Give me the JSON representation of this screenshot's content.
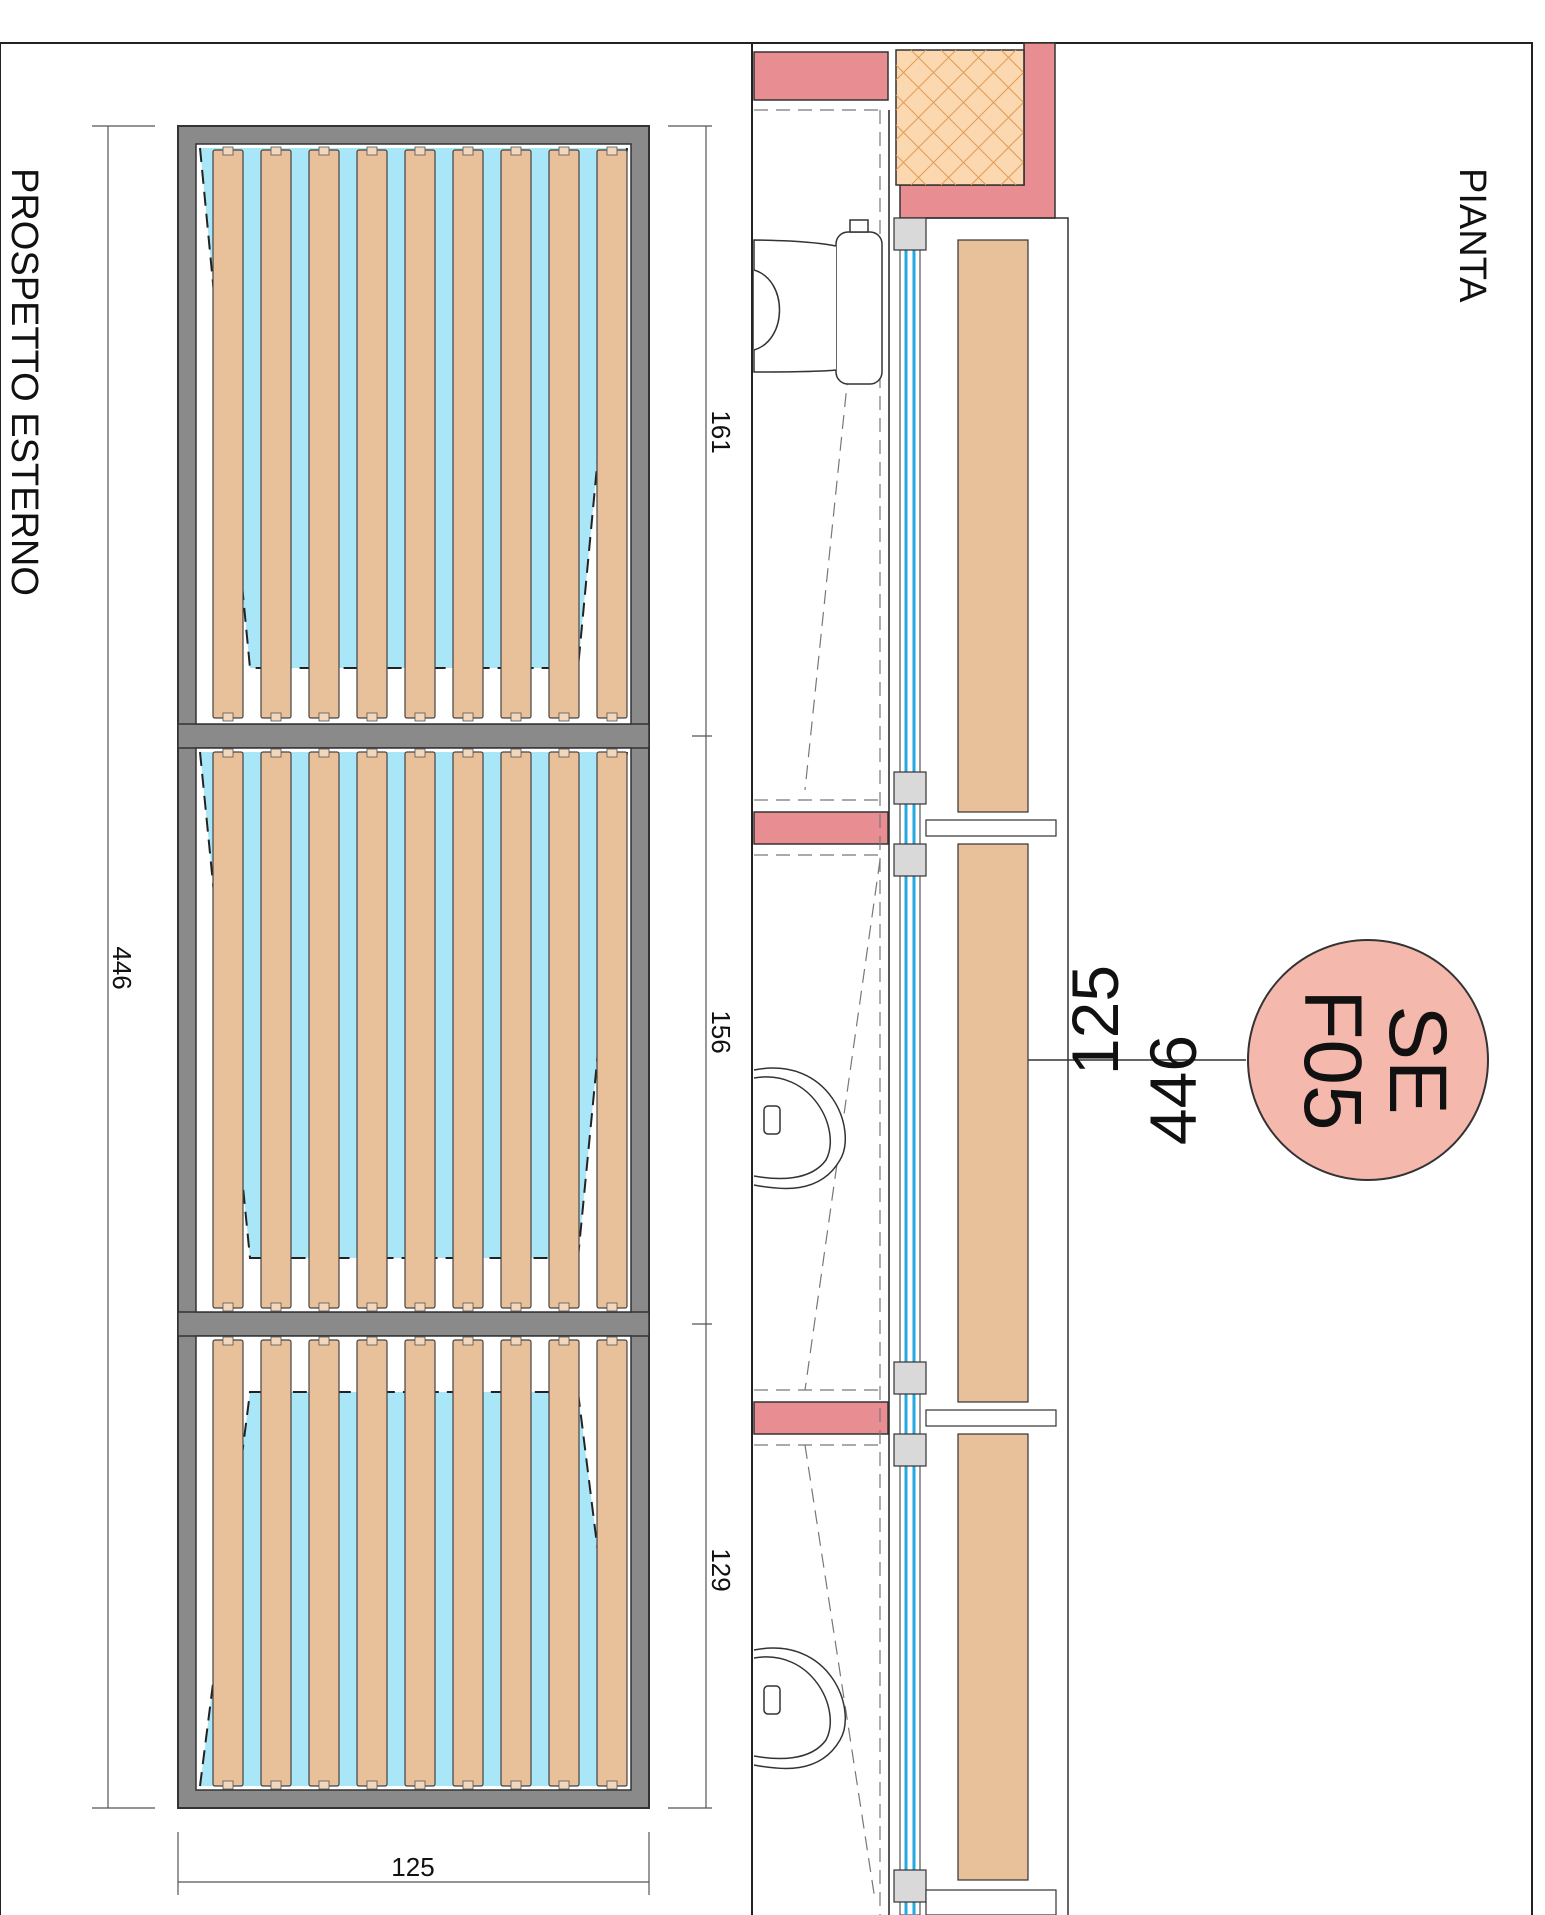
{
  "titles": {
    "elevation": "PROSPETTO ESTERNO",
    "plan": "PIANTA"
  },
  "dimensions": {
    "total_height": "446",
    "total_width": "125",
    "panel_heights": [
      "161",
      "156",
      "129"
    ]
  },
  "tag": {
    "code_line1": "SE",
    "code_line2": "F05",
    "height": "446",
    "width": "125"
  },
  "colors": {
    "frame": "#8a8a8a",
    "glass": "#a9e6f7",
    "timber": "#e8c09a",
    "wall": "#e88e92",
    "insulation": "#fbd8b0",
    "tag_fill": "#f4b8ad",
    "glass_line": "#26a9e0"
  }
}
